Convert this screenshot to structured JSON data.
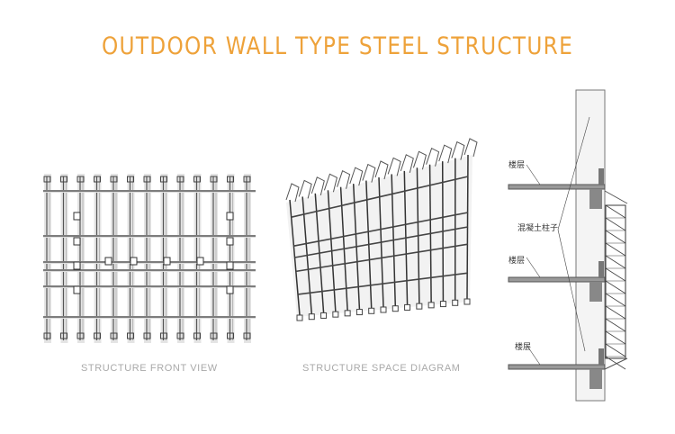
{
  "title": "OUTDOOR WALL TYPE STEEL STRUCTURE",
  "captions": {
    "front_view": "STRUCTURE FRONT VIEW",
    "space_diagram": "STRUCTURE SPACE DIAGRAM"
  },
  "section_labels": {
    "floor_1": "楼层",
    "floor_2": "楼层",
    "floor_3": "楼层",
    "concrete_column": "混凝土柱子"
  },
  "colors": {
    "title": "#eea23a",
    "caption": "#a9a9a9"
  }
}
